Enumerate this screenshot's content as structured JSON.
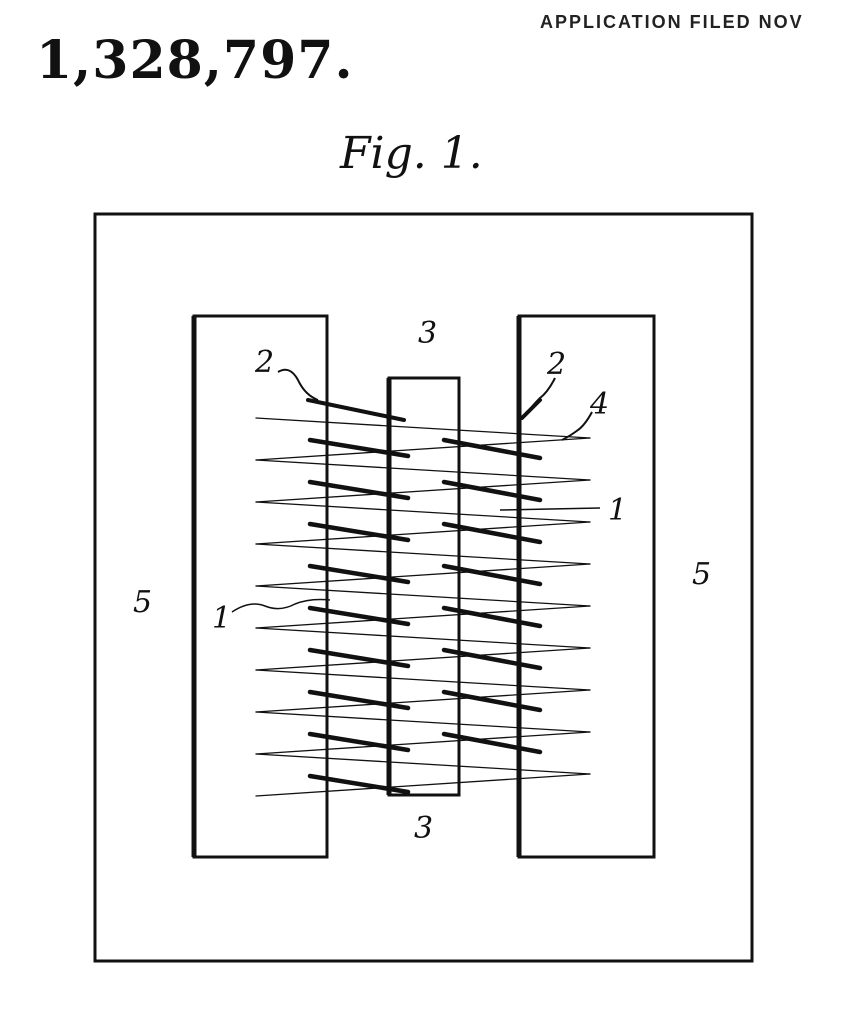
{
  "patent_number": "1,328,797.",
  "filing_note": "APPLICATION FILED NOV",
  "figure_title": "Fig. 1.",
  "reference_labels": {
    "winding_inner": "1",
    "winding_outer": "1",
    "lead_left": "2",
    "lead_right": "2",
    "core_center_top": "3",
    "core_center_bottom": "3",
    "conductor": "4",
    "yoke_left": "5",
    "yoke_right": "5"
  }
}
